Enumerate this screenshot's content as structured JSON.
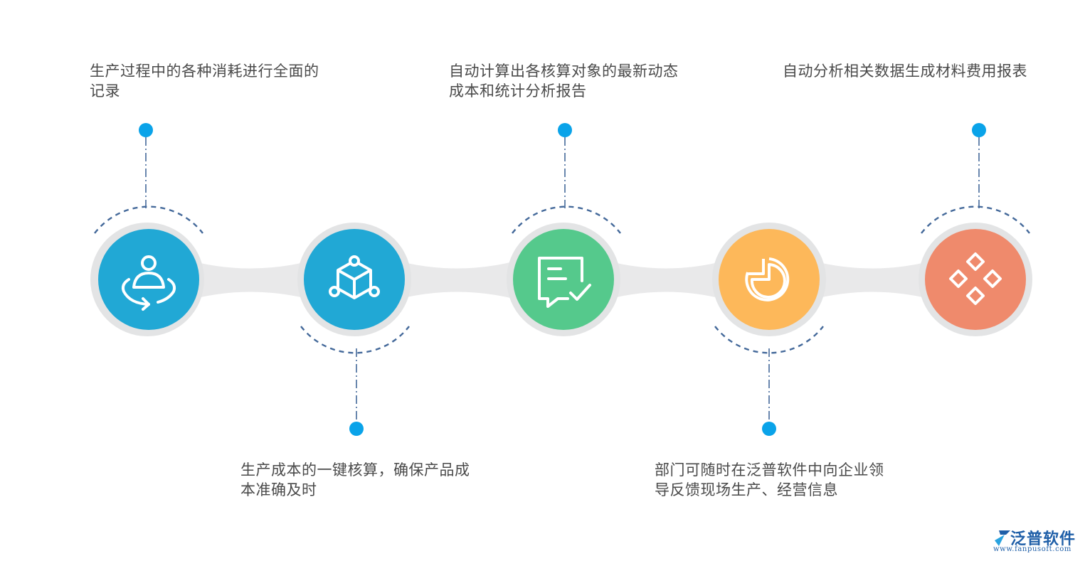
{
  "steps": [
    {
      "text": "生产过程中的各种消耗进行全面的记录",
      "color": "#21a8d5",
      "icon": "person-orbit-icon"
    },
    {
      "text": "生产成本的一键核算，确保产品成本准确及时",
      "color": "#21a8d5",
      "icon": "network-cube-icon"
    },
    {
      "text": "自动计算出各核算对象的最新动态成本和统计分析报告",
      "color": "#55c98c",
      "icon": "chat-check-icon"
    },
    {
      "text": "部门可随时在泛普软件中向企业领导反馈现场生产、经营信息",
      "color": "#fdb85a",
      "icon": "pie-chart-icon"
    },
    {
      "text": "自动分析相关数据生成材料费用报表",
      "color": "#ef8a6c",
      "icon": "diamonds-icon"
    }
  ],
  "colors": {
    "dot": "#0aa3e9",
    "dash": "#44699a",
    "track": "#e9e9ea",
    "ring": "#e3e4e5"
  },
  "logo": {
    "name": "泛普软件",
    "url": "www.fanpusoft.com",
    "color": "#1f5fa8"
  }
}
